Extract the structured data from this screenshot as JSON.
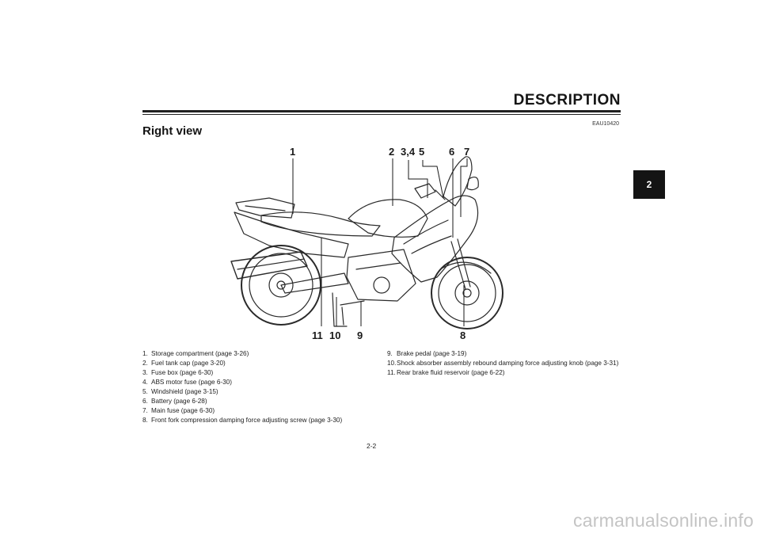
{
  "header": {
    "title": "DESCRIPTION",
    "chapter_tab": "2",
    "doc_code": "EAU10420"
  },
  "section": {
    "heading": "Right view"
  },
  "callouts": [
    "1",
    "2",
    "3,4",
    "5",
    "6",
    "7",
    "8",
    "9",
    "10",
    "11"
  ],
  "parts_left": [
    {
      "num": "1.",
      "text": "Storage compartment (page 3-26)"
    },
    {
      "num": "2.",
      "text": "Fuel tank cap (page 3-20)"
    },
    {
      "num": "3.",
      "text": "Fuse box (page 6-30)"
    },
    {
      "num": "4.",
      "text": "ABS motor fuse (page 6-30)"
    },
    {
      "num": "5.",
      "text": "Windshield (page 3-15)"
    },
    {
      "num": "6.",
      "text": "Battery (page 6-28)"
    },
    {
      "num": "7.",
      "text": "Main fuse (page 6-30)"
    },
    {
      "num": "8.",
      "text": "Front fork compression damping force adjusting screw (page 3-30)"
    }
  ],
  "parts_right": [
    {
      "num": "9.",
      "text": "Brake pedal (page 3-19)"
    },
    {
      "num": "10.",
      "text": "Shock absorber assembly rebound damping force adjusting knob (page 3-31)"
    },
    {
      "num": "11.",
      "text": "Rear brake fluid reservoir (page 6-22)"
    }
  ],
  "footer": {
    "page_number": "2-2",
    "watermark": "carmanualsonline.info"
  }
}
